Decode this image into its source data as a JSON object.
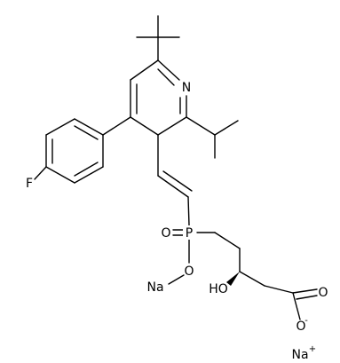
{
  "atoms": {
    "N": "N",
    "F": "F",
    "P": "P",
    "O_double": "O",
    "O_ester": "O",
    "Na_ester": "Na",
    "HO": "HO",
    "O_carbonyl": "O",
    "O_carboxylate": "O",
    "carboxylate_charge": "-",
    "Na_ion": "Na",
    "Na_ion_charge": "+"
  },
  "colors": {
    "bond": "#000000",
    "label": "#000000",
    "background": "#ffffff"
  }
}
